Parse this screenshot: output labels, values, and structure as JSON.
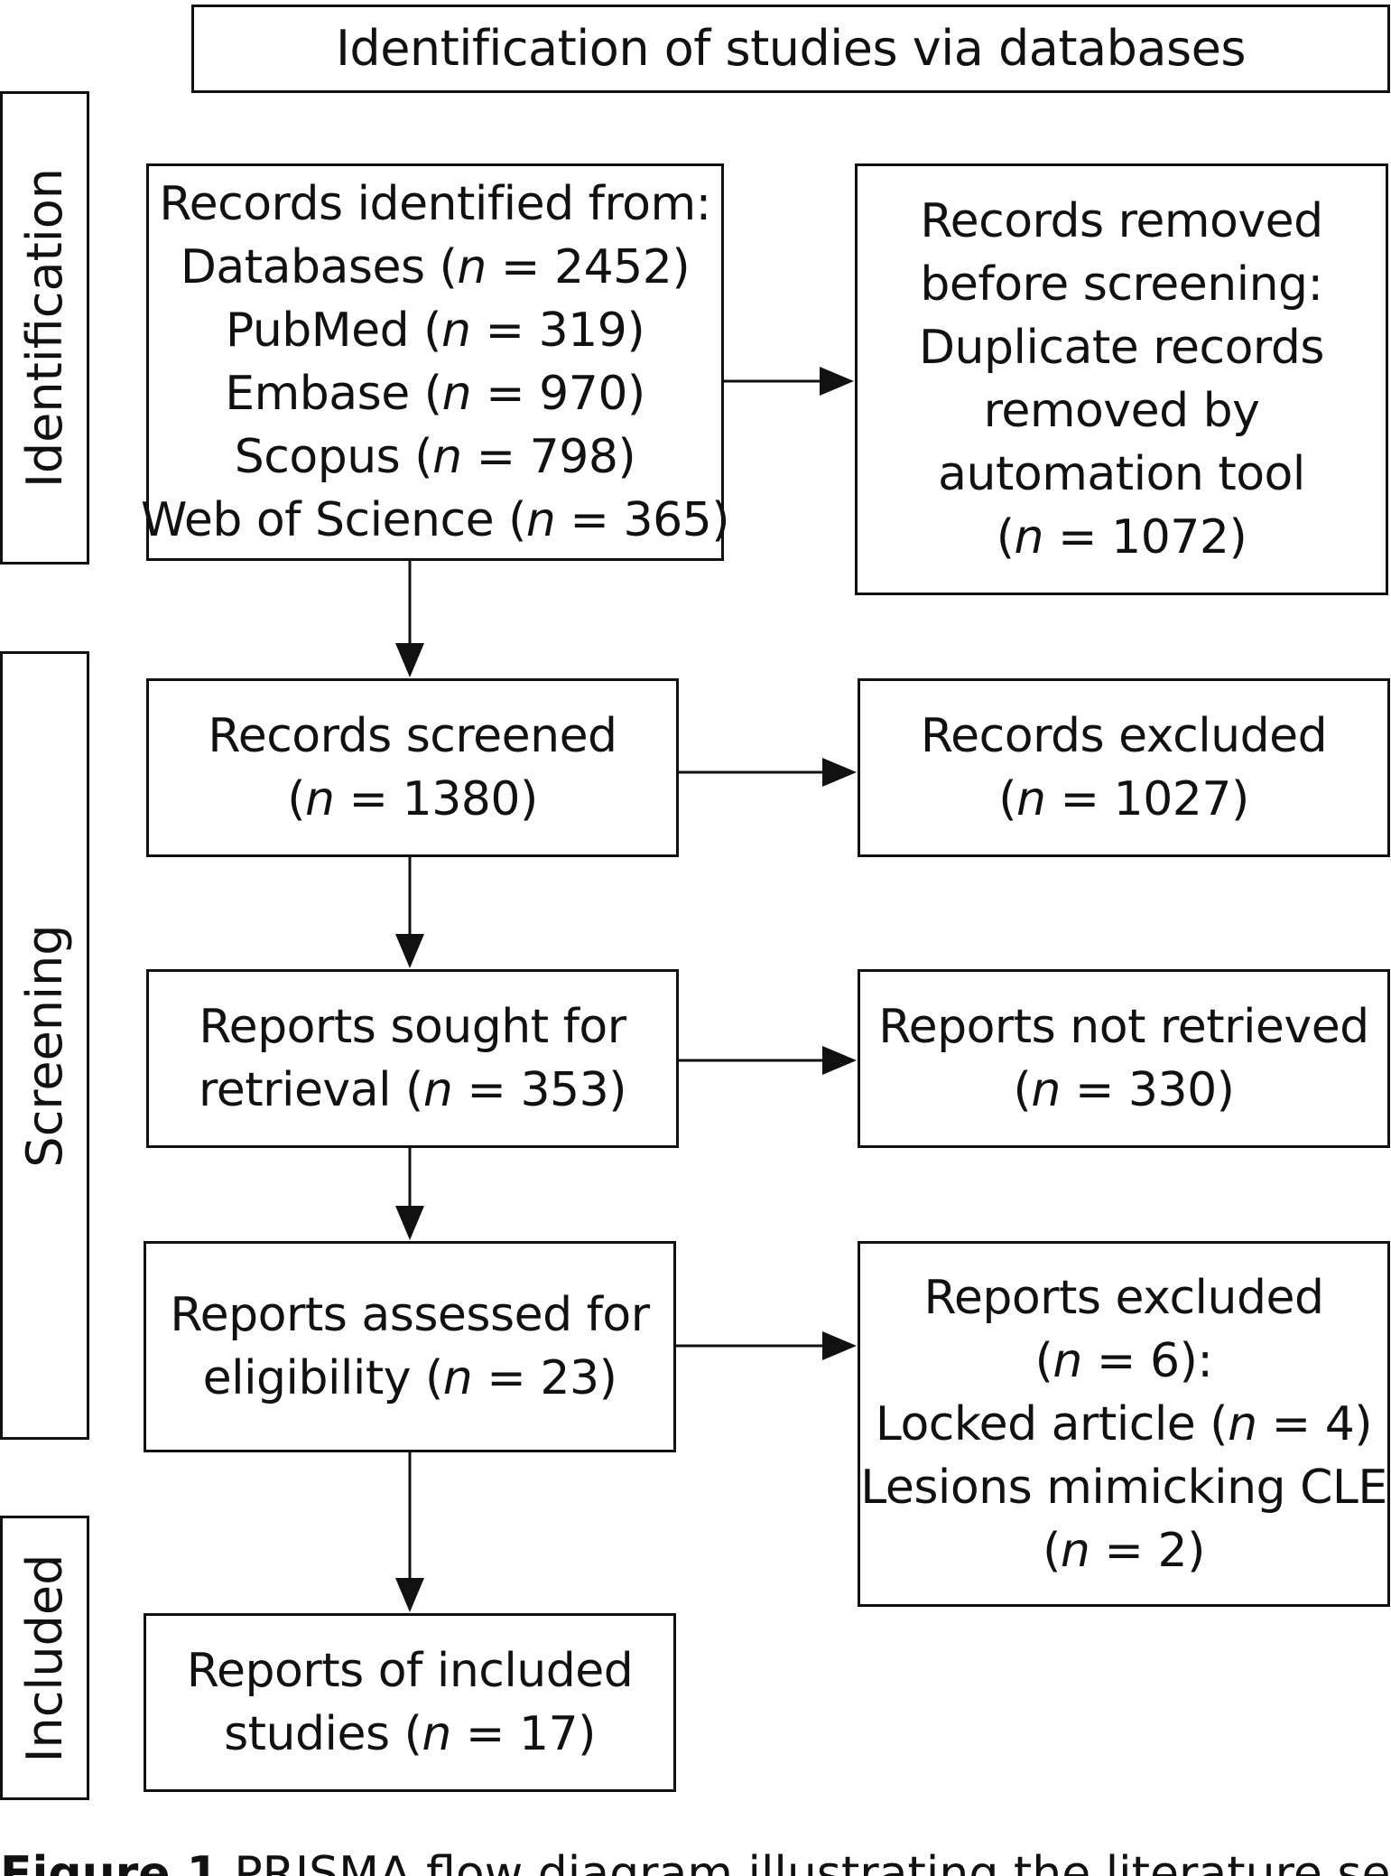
{
  "header": {
    "title": "Identification of studies via databases"
  },
  "phases": {
    "identification": "Identification",
    "screening": "Screening",
    "included": "Included"
  },
  "boxes": {
    "identified": {
      "l1": "Records identified from:",
      "l2_pre": "Databases (",
      "l2_n": "n",
      "l2_post": " = 2452)",
      "l3_pre": "PubMed (",
      "l3_n": "n",
      "l3_post": " = 319)",
      "l4_pre": "Embase (",
      "l4_n": "n",
      "l4_post": " = 970)",
      "l5_pre": "Scopus (",
      "l5_n": "n",
      "l5_post": " = 798)",
      "l6_pre": "Web of Science (",
      "l6_n": "n",
      "l6_post": " = 365)"
    },
    "removed": {
      "l1": "Records removed",
      "l2": "before screening:",
      "l3": "Duplicate records",
      "l4": "removed by",
      "l5": "automation tool",
      "l6_pre": "(",
      "l6_n": "n",
      "l6_post": " = 1072)"
    },
    "screened": {
      "l1": "Records screened",
      "l2_pre": "(",
      "l2_n": "n",
      "l2_post": " = 1380)"
    },
    "excluded": {
      "l1": "Records excluded",
      "l2_pre": "(",
      "l2_n": "n",
      "l2_post": " = 1027)"
    },
    "sought": {
      "l1": "Reports sought for",
      "l2_pre": "retrieval (",
      "l2_n": "n",
      "l2_post": " = 353)"
    },
    "not_retrieved": {
      "l1": "Reports not retrieved",
      "l2_pre": "(",
      "l2_n": "n",
      "l2_post": " = 330)"
    },
    "assessed": {
      "l1": "Reports assessed for",
      "l2_pre": "eligibility (",
      "l2_n": "n",
      "l2_post": " = 23)"
    },
    "reports_excluded": {
      "l1": "Reports excluded",
      "l2_pre": "(",
      "l2_n": "n",
      "l2_post": " = 6):",
      "l3_pre": "Locked article (",
      "l3_n": "n",
      "l3_post": " = 4)",
      "l4": "Lesions mimicking CLE",
      "l5_pre": "(",
      "l5_n": "n",
      "l5_post": " = 2)"
    },
    "included": {
      "l1": "Reports of included",
      "l2_pre": "studies (",
      "l2_n": "n",
      "l2_post": " = 17)"
    }
  },
  "caption": {
    "label": "Figure 1",
    "text": " PRISMA flow diagram illustrating the literature search and"
  }
}
